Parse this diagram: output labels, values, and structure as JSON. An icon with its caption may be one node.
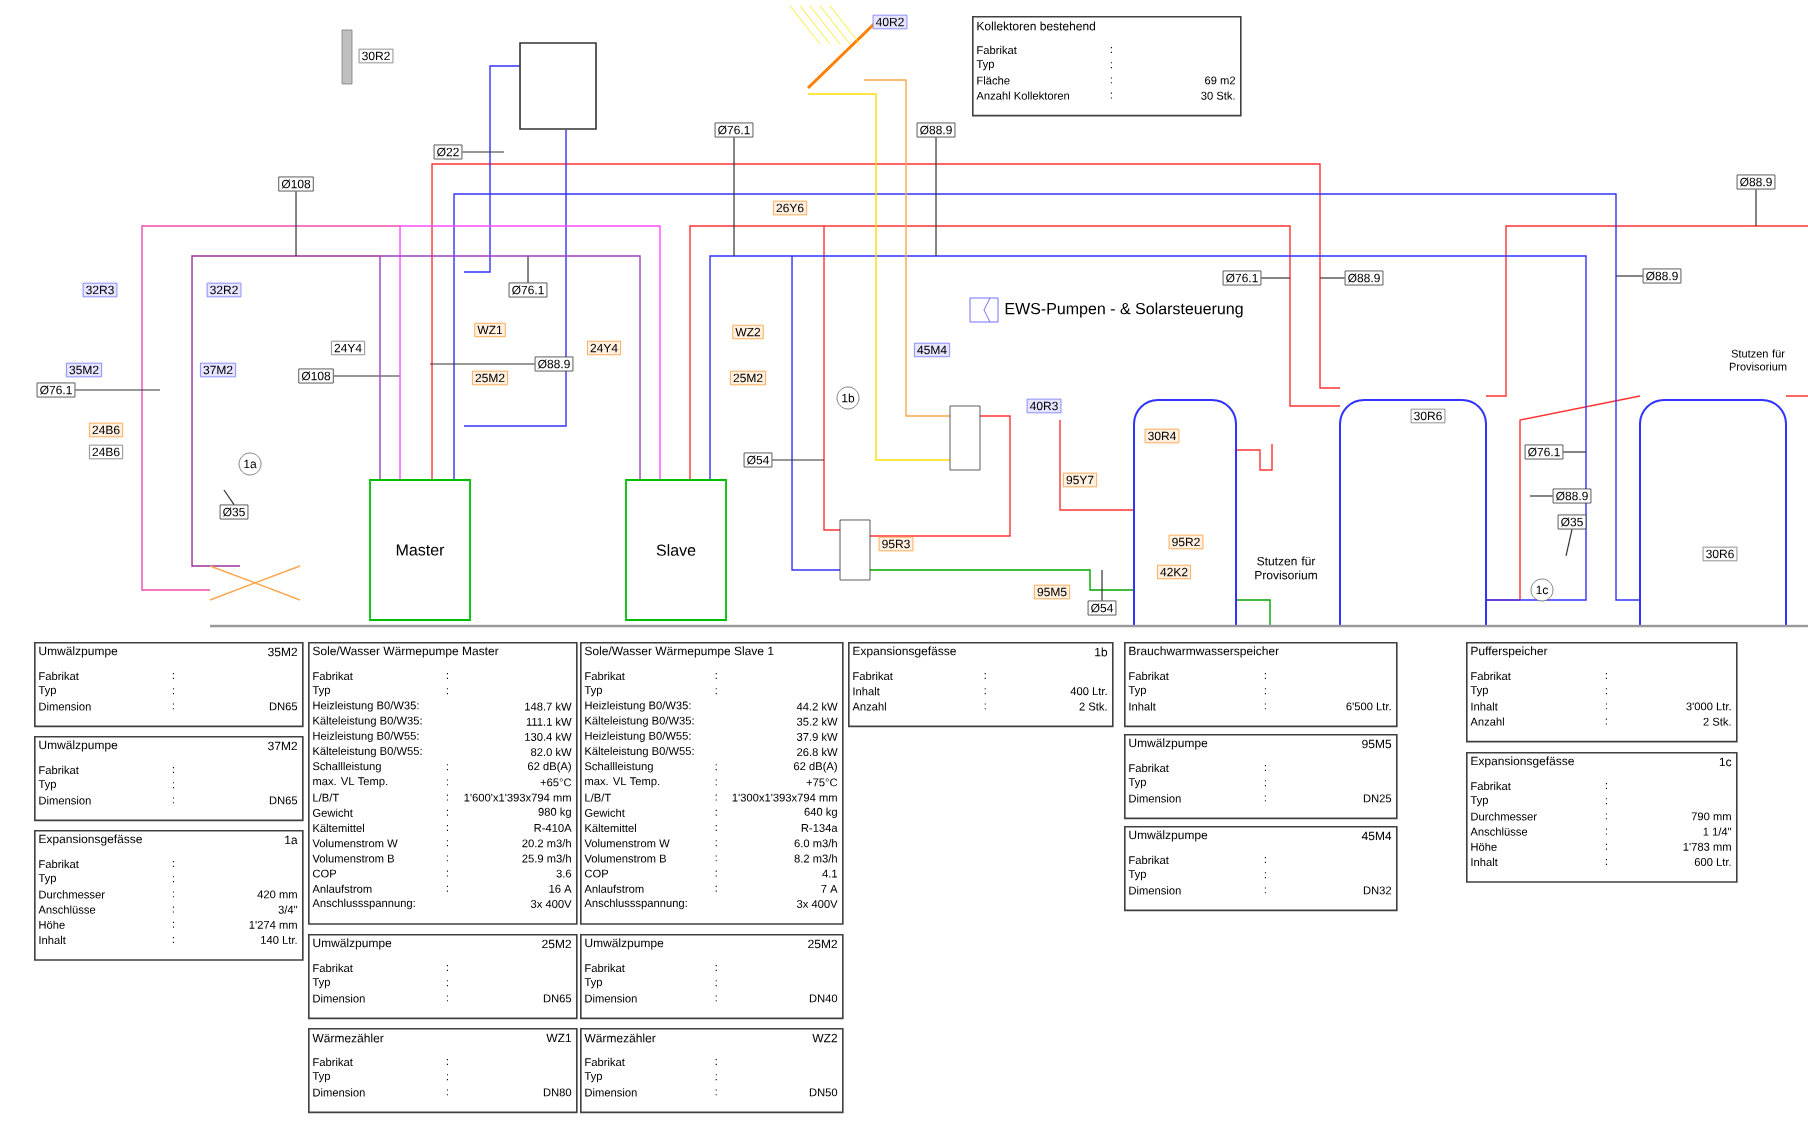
{
  "diagram": {
    "nodes": [
      {
        "text": [
          "30R2"
        ]
      },
      {
        "text": [],
        "shape": "box"
      },
      {
        "text": [
          "40R2"
        ]
      },
      {
        "text": [
          "Kollektoren bestehend",
          "Fabrikat",
          ":",
          "Typ",
          ":",
          "Fläche",
          ":",
          "69 m2",
          "Anzahl Kollektoren",
          ":",
          "30 Stk."
        ]
      },
      {
        "text": [
          "Ø22"
        ]
      },
      {
        "text": [
          "Ø76.1"
        ]
      },
      {
        "text": [
          "Ø88.9"
        ]
      },
      {
        "text": [
          "Ø108"
        ]
      },
      {
        "text": [
          "Ø88.9"
        ]
      },
      {
        "text": [
          "26Y6"
        ]
      },
      {
        "text": [
          "32R3"
        ]
      },
      {
        "text": [
          "32R2"
        ]
      },
      {
        "text": [
          "Ø76.1"
        ]
      },
      {
        "text": [
          "Ø76.1"
        ]
      },
      {
        "text": [
          "Ø88.9"
        ]
      },
      {
        "text": [
          "Ø88.9"
        ]
      },
      {
        "text": [
          "WZ1"
        ]
      },
      {
        "text": [
          "WZ2"
        ]
      },
      {
        "text": [
          "24Y4"
        ]
      },
      {
        "text": [
          "24Y4"
        ]
      },
      {
        "text": [
          "45M4"
        ]
      },
      {
        "text": [
          "35M2"
        ]
      },
      {
        "text": [
          "37M2"
        ]
      },
      {
        "text": [
          "Ø88.9"
        ]
      },
      {
        "text": [
          "Ø108"
        ]
      },
      {
        "text": [
          "25M2"
        ]
      },
      {
        "text": [
          "25M2"
        ]
      },
      {
        "text": [
          "Ø76.1"
        ]
      },
      {
        "text": [
          "1b"
        ]
      },
      {
        "text": [
          "40R3"
        ]
      },
      {
        "text": [
          "30R6"
        ]
      },
      {
        "text": [
          "30R4"
        ]
      },
      {
        "text": [
          "24B6"
        ]
      },
      {
        "text": [
          "24B6"
        ]
      },
      {
        "text": [
          "1a"
        ]
      },
      {
        "text": [
          "Ø76.1"
        ]
      },
      {
        "text": [
          "Ø54"
        ]
      },
      {
        "text": [
          "95Y7"
        ]
      },
      {
        "text": [
          "Ø88.9"
        ]
      },
      {
        "text": [
          "Ø35"
        ]
      },
      {
        "text": [
          "Ø35"
        ]
      },
      {
        "text": [
          "95R2"
        ]
      },
      {
        "text": [
          "Master"
        ]
      },
      {
        "text": [
          "Slave"
        ]
      },
      {
        "text": [
          "95R3"
        ]
      },
      {
        "text": [
          "30R6"
        ]
      },
      {
        "text": [
          "42K2"
        ]
      },
      {
        "text": [
          "1c"
        ]
      },
      {
        "text": [
          "95M5"
        ]
      },
      {
        "text": [
          "Ø54"
        ]
      },
      {
        "text": [
          "Umwälzpumpe",
          "35M2",
          "Fabrikat",
          ":",
          "Typ",
          ":",
          "Dimension",
          ":",
          "DN65"
        ]
      },
      {
        "text": [
          "Umwälzpumpe",
          "37M2",
          "Fabrikat",
          ":",
          "Typ",
          ":",
          "Dimension",
          ":",
          "DN65"
        ]
      },
      {
        "text": [
          "Expansionsgefässe",
          "1a",
          "Fabrikat",
          ":",
          "Typ",
          ":",
          "Durchmesser",
          ":",
          "420 mm",
          "Anschlüsse",
          ":",
          "3/4\"",
          "Höhe",
          ":",
          "1'274 mm",
          "Inhalt",
          ":",
          "140 Ltr."
        ]
      },
      {
        "text": [
          "Sole/Wasser Wärmepumpe Master",
          "Fabrikat",
          ":",
          "Typ",
          ":",
          "Heizleistung B0/W35:",
          "148.7 kW",
          "Kälteleistung B0/W35:",
          "111.1 kW",
          "Heizleistung B0/W55:",
          "130.4 kW",
          "Kälteleistung B0/W55:",
          "82.0 kW",
          "Schallleistung",
          ":",
          "62 dB(A)",
          "max. VL Temp.",
          ":",
          "+65°C",
          "L/B/T",
          ":",
          "1'600'x1'393x794 mm",
          "Gewicht",
          ":",
          "980 kg",
          "Kältemittel",
          ":",
          "R-410A",
          "Volumenstrom W",
          ":",
          "20.2 m3/h",
          "Volumenstrom B",
          ":",
          "25.9 m3/h",
          "COP",
          ":",
          "3.6",
          "Anlaufstrom",
          ":",
          "16 A",
          "Anschlussspannung:",
          "3x 400V"
        ]
      },
      {
        "text": [
          "Umwälzpumpe",
          "25M2",
          "Fabrikat",
          ":",
          "Typ",
          ":",
          "Dimension",
          ":",
          "DN65"
        ]
      },
      {
        "text": [
          "Wärmezähler",
          "WZ1",
          "Fabrikat",
          ":",
          "Typ",
          ":",
          "Dimension",
          ":",
          "DN80"
        ]
      },
      {
        "text": [
          "Sole/Wasser Wärmepumpe Slave 1",
          "Fabrikat",
          ":",
          "Typ",
          ":",
          "Heizleistung B0/W35:",
          "44.2 kW",
          "Kälteleistung B0/W35:",
          "35.2 kW",
          "Heizleistung B0/W55:",
          "37.9 kW",
          "Kälteleistung B0/W55:",
          "26.8 kW",
          "Schallleistung",
          ":",
          "62 dB(A)",
          "max. VL Temp.",
          ":",
          "+75°C",
          "L/B/T",
          ":",
          "1'300x1'393x794 mm",
          "Gewicht",
          ":",
          "640 kg",
          "Kältemittel",
          ":",
          "R-134a",
          "Volumenstrom W",
          ":",
          "6.0 m3/h",
          "Volumenstrom B",
          ":",
          "8.2 m3/h",
          "COP",
          ":",
          "4.1",
          "Anlaufstrom",
          ":",
          "7 A",
          "Anschlussspannung:",
          "3x 400V"
        ]
      },
      {
        "text": [
          "Umwälzpumpe",
          "25M2",
          "Fabrikat",
          ":",
          "Typ",
          ":",
          "Dimension",
          ":",
          "DN40"
        ]
      },
      {
        "text": [
          "Wärmezähler",
          "WZ2",
          "Fabrikat",
          ":",
          "Typ",
          ":",
          "Dimension",
          ":",
          "DN50"
        ]
      },
      {
        "text": [
          "Expansionsgefässe",
          "1b",
          "Fabrikat",
          ":",
          "Inhalt",
          ":",
          "400 Ltr.",
          "Anzahl",
          ":",
          "2 Stk."
        ]
      },
      {
        "text": [
          "Brauchwarmwasserspeicher",
          "Fabrikat",
          ":",
          "Typ",
          ":",
          "Inhalt",
          ":",
          "6'500 Ltr."
        ]
      },
      {
        "text": [
          "Umwälzpumpe",
          "95M5",
          "Fabrikat",
          ":",
          "Typ",
          ":",
          "Dimension",
          ":",
          "DN25"
        ]
      },
      {
        "text": [
          "Umwälzpumpe",
          "45M4",
          "Fabrikat",
          ":",
          "Typ",
          ":",
          "Dimension",
          ":",
          "DN32"
        ]
      },
      {
        "text": [
          "Pufferspeicher",
          "Fabrikat",
          ":",
          "Typ",
          ":",
          "Inhalt",
          ":",
          "3'000 Ltr.",
          "Anzahl",
          ":",
          "2 Stk."
        ]
      },
      {
        "text": [
          "Expansionsgefässe",
          "1c",
          "Fabrikat",
          ":",
          "Typ",
          ":",
          "Durchmesser",
          ":",
          "790 mm",
          "Anschlüsse",
          ":",
          "1 1/4\"",
          "Höhe",
          ":",
          "1'783 mm",
          "Inhalt",
          ":",
          "600 Ltr."
        ]
      }
    ],
    "edges": [
      {
        "from": 4,
        "to": null,
        "arrow": "none"
      },
      {
        "from": 5,
        "to": null,
        "arrow": "none"
      },
      {
        "from": 6,
        "to": null,
        "arrow": "none"
      },
      {
        "from": 7,
        "to": null,
        "arrow": "none"
      },
      {
        "from": 8,
        "to": null,
        "arrow": "none"
      },
      {
        "from": 12,
        "to": null,
        "arrow": "none"
      },
      {
        "from": 13,
        "to": null,
        "arrow": "none"
      },
      {
        "from": 14,
        "to": null,
        "arrow": "none"
      },
      {
        "from": 15,
        "to": null,
        "arrow": "none"
      },
      {
        "from": 23,
        "to": null,
        "arrow": "none"
      },
      {
        "from": 24,
        "to": null,
        "arrow": "none"
      },
      {
        "from": 27,
        "to": null,
        "arrow": "none"
      },
      {
        "from": 35,
        "to": null,
        "arrow": "none"
      },
      {
        "from": 36,
        "to": null,
        "arrow": "none"
      },
      {
        "from": 38,
        "to": null,
        "arrow": "none"
      },
      {
        "from": 39,
        "to": null,
        "arrow": "none"
      },
      {
        "from": 40,
        "to": null,
        "arrow": "none"
      },
      {
        "from": 49,
        "to": null,
        "arrow": "none"
      },
      {
        "from": 42,
        "to": 43,
        "arrow": "none",
        "color": "#ff4dff"
      },
      {
        "from": 42,
        "to": 43,
        "arrow": "none",
        "color": "#a040c0"
      }
    ],
    "labels": [
      "EWS-Pumpen - & Solarsteuerung",
      "Stutzen für Provisorium",
      "Stutzen für Provisorium"
    ]
  }
}
